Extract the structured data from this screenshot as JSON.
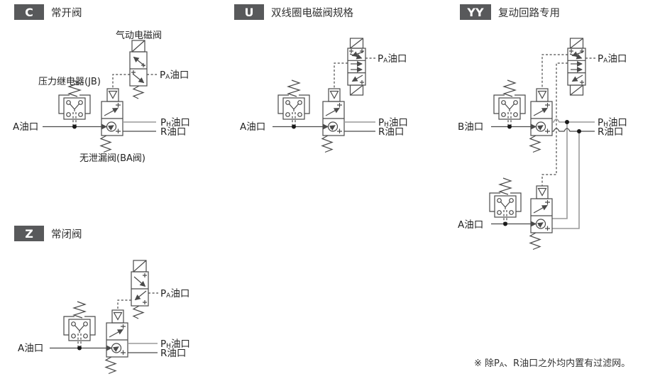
{
  "colors": {
    "badge_bg": "#58595b",
    "badge_text": "#ffffff",
    "line": "#4a4a4a",
    "gray_line": "#9a9a9a",
    "text": "#222222"
  },
  "sections": {
    "c": {
      "badge": "C",
      "title": "常开阀",
      "solenoid_label": "气动电磁阀",
      "relay_label": "压力继电器(JB)",
      "ba_label": "无泄漏阀(BA阀)"
    },
    "u": {
      "badge": "U",
      "title": "双线圈电磁阀规格"
    },
    "yy": {
      "badge": "YY",
      "title": "复动回路专用"
    },
    "z": {
      "badge": "Z",
      "title": "常闭阀"
    }
  },
  "labels": {
    "a_port": "A油口",
    "b_port": "B油口",
    "r_port": "R油口",
    "pa": {
      "pre": "P",
      "sub": "A",
      "post": "油口"
    },
    "ph": {
      "pre": "P",
      "sub": "H",
      "post": "油口"
    }
  },
  "footnote": {
    "pre": "※ 除P",
    "sub": "A",
    "post": "、R油口之外均内置有过滤网。"
  }
}
